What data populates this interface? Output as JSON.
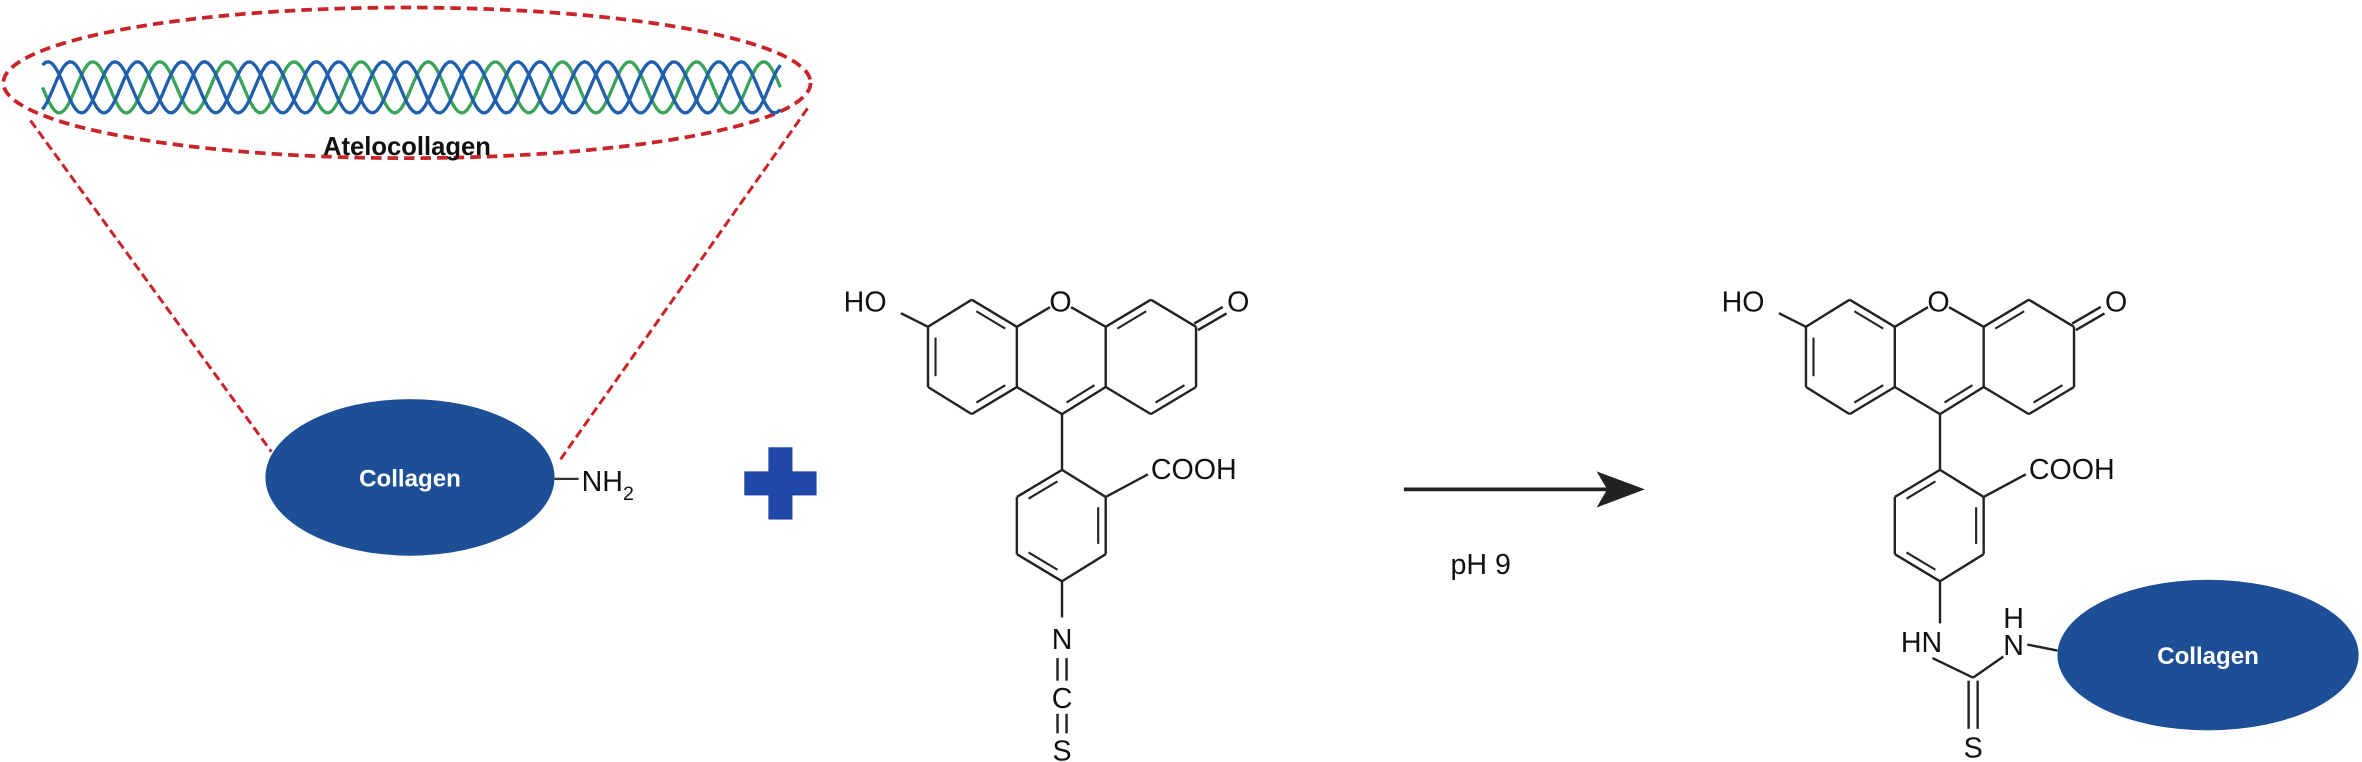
{
  "colors": {
    "collagen_fill": "#1d4f96",
    "plus": "#2048a8",
    "dashed": "#c8242a",
    "helix_blue": "#1f5fae",
    "helix_green": "#3aa35a",
    "bond": "#222222"
  },
  "atelocollagen": {
    "label": "Atelocollagen"
  },
  "reactant_collagen": {
    "label": "Collagen",
    "amine": "NH",
    "amine_sub": "2"
  },
  "plus_icon": "plus-icon",
  "fitc": {
    "ho": "HO",
    "ring_o": "O",
    "keto_o": "O",
    "cooh": "COOH",
    "n": "N",
    "c": "C",
    "s": "S"
  },
  "reaction": {
    "condition": "pH 9"
  },
  "product": {
    "ho": "HO",
    "ring_o": "O",
    "keto_o": "O",
    "cooh": "COOH",
    "hn": "HN",
    "h": "H",
    "n": "N",
    "s": "S",
    "collagen_label": "Collagen"
  }
}
